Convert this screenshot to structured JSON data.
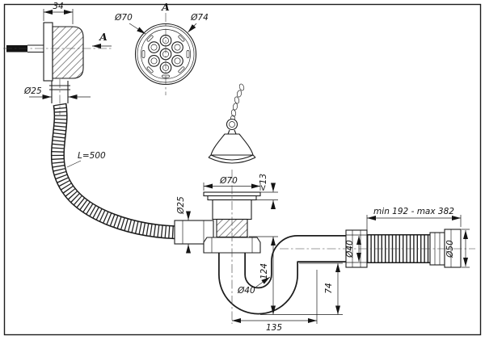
{
  "drawing": {
    "view_label": "A",
    "section_arrow_label": "A",
    "colors": {
      "line": "#1c1c1c",
      "background": "#ffffff"
    },
    "dims": {
      "overflow_depth": "34",
      "overflow_outlet_diameter": "Ø25",
      "hose_length": "L=500",
      "hose_diameter": "Ø25",
      "grate_inner_diameter": "Ø70",
      "grate_outer_diameter": "Ø74",
      "drain_flange_diameter": "Ø70",
      "drain_flange_height": "<13",
      "drain_height": "124",
      "trap_pipe_diameter": "Ø40",
      "outlet_height": "74",
      "trap_width": "135",
      "flex_pipe_range": "min 192 - max 382",
      "outlet_pipe_diameter": "Ø40",
      "end_cuff_diameter": "Ø50"
    }
  }
}
